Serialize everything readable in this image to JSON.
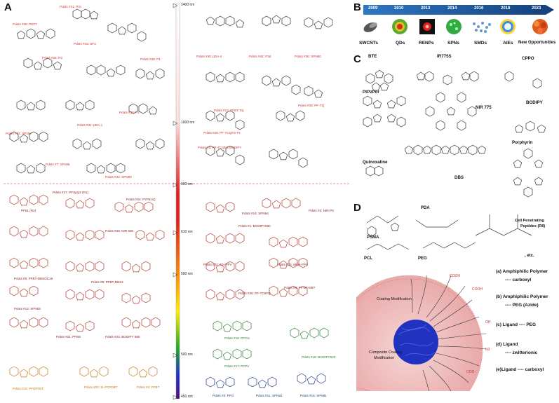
{
  "panels": {
    "a": "A",
    "b": "B",
    "c": "C",
    "d": "D"
  },
  "scale_ticks": [
    "1400 nm",
    "1000 nm",
    "690 nm",
    "610 nm",
    "590 nm",
    "500 nm",
    "450 nm"
  ],
  "polymers_top": [
    "Pdots #41: P3c",
    "Pdots #35: PDFT",
    "Pdots #33: SP2",
    "Pdots #34: P3",
    "Pdots #39: P1",
    "Pdots #40: pDA-4",
    "Pdots #42: P3d",
    "Pdots #36: SPN80",
    "Pdots #12: PFBT-TQ",
    "Pdots #28: PF-TQ",
    "Pdots #38: P2",
    "Pdots #31: pDA-1",
    "Pdots #37: SPn97",
    "Pdots #29: PF-TCQFS-Pc",
    "Pdots #6: PF-TCQFS-BODIPY",
    "Pdots #7: SPn85",
    "Pdots #32: SPN99"
  ],
  "polymers_mid": [
    "Pdots #27: PFSpQ2 (R1)",
    "PF51 (R2)",
    "Pdots #24: P7PEAQ",
    "Pdots #14: SPN94",
    "Pdots #2: NIR-P4",
    "Pdots #1: BODIPY690",
    "Pdots #30: NIR 830",
    "Pdots #22: CN-PPV",
    "Pdots #25: MEH-PPV",
    "Pdots #26: PF-TC6FQ",
    "Pdots #5: PFBT-DBSOC16",
    "Pdots #8: PFBT-DBS4",
    "Pdots #9: PF-BT-DBT",
    "Pdots #13: SPN83",
    "Pdots #21: PFBS",
    "Pdots #23: BODIPY 680"
  ],
  "polymers_bottom": [
    "Pdots #16: PFCN",
    "Pdots #17: PFPV",
    "Pdots #18: BODIPY520",
    "Pdots #19: PFDPFBT",
    "Pdots #20: Si-PCPDBT",
    "Pdots #4: PFBT",
    "Pdots #3: PFO",
    "Pdots #11: SPN82",
    "Pdots #15: SPN81"
  ],
  "timeline": {
    "years": [
      "2009",
      "2010",
      "2013",
      "2014",
      "2016",
      "2018",
      "2023"
    ],
    "items": [
      "SWCNTs",
      "QDs",
      "RENPs",
      "SPNs",
      "SMDs",
      "AIEs",
      "New Opportunities"
    ]
  },
  "molecules_c": [
    "BTE",
    "IR775S",
    "CPPO",
    "PtPzPor",
    "NIR 775",
    "BODIPY",
    "Porphyrin",
    "Quinoxaline",
    "DBS"
  ],
  "panel_d": {
    "polymers": [
      "PDA",
      "Cell Penetrating",
      "Peptides (R8)",
      "PSMA",
      "PCL",
      "PEG",
      ", etc."
    ],
    "coating": [
      "Coating Modification",
      "Composite Coating",
      "Modification"
    ],
    "ligands": [
      {
        "title": "(a) Amphiphilic Polymer",
        "sub": "---- carboxyl"
      },
      {
        "title": "(b) Amphiphilic Polymer",
        "sub": "---- PEG (Azide)"
      },
      {
        "title": "(c) Ligand ---- PEG",
        "sub": ""
      },
      {
        "title": "(d) Ligand",
        "sub": "---- zwitterionic"
      },
      {
        "title": "(e)Ligand ---- carboxyl",
        "sub": ""
      }
    ],
    "groups": [
      "COOH",
      "COOH",
      "OH",
      "N3",
      "COO-"
    ]
  },
  "colors": {
    "red": "#d0312d",
    "dark_red": "#8b1a1a",
    "green": "#2e7d32",
    "blue": "#1f3c88",
    "orange": "#c47a1a",
    "timeline": "#1f5fa8"
  }
}
